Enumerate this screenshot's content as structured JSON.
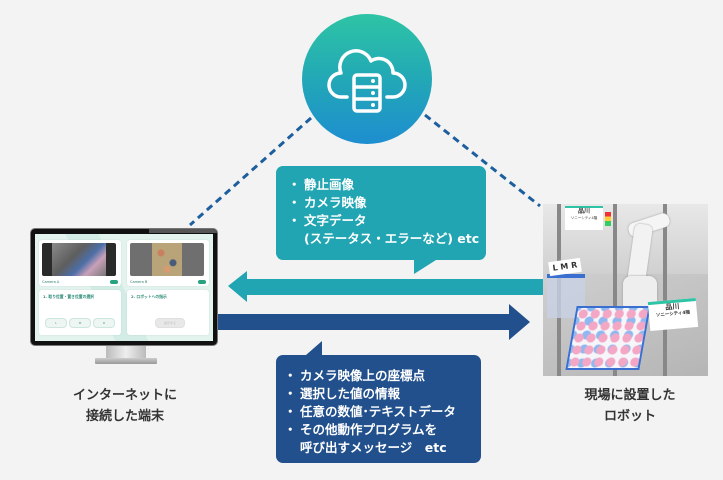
{
  "cloud": {
    "icon": "cloud-server-icon",
    "gradient": [
      "#2ec4a5",
      "#1e8ed0"
    ]
  },
  "bubble_top": {
    "color": "#22a5b2",
    "items": [
      "静止画像",
      "カメラ映像",
      "文字データ"
    ],
    "sub_line": "(ステータス・エラーなど) etc"
  },
  "bubble_bottom": {
    "color": "#21508c",
    "items": [
      "カメラ映像上の座標点",
      "選択した値の情報",
      "任意の数値･テキストデータ",
      "その他動作プログラムを"
    ],
    "sub_line": "呼び出すメッセージ　etc"
  },
  "arrows": {
    "to_terminal_color": "#22a5b2",
    "to_robot_color": "#21508c"
  },
  "terminal_screen": {
    "camera_a_label": "Camera A",
    "camera_b_label": "Camera B",
    "section1_title": "1. 取り位置・置き位置の選択",
    "section2_title": "2. ロボットへの指示",
    "buttons": [
      "L",
      "M",
      "R"
    ],
    "send_button": "指示する"
  },
  "robot_photo": {
    "bin_label": "L M R",
    "sign_title": "品川",
    "sign_subtitle": "ソニーシティ4階"
  },
  "captions": {
    "left_line1": "インターネットに",
    "left_line2": "接続した端末",
    "right_line1": "現場に設置した",
    "right_line2": "ロボット"
  }
}
